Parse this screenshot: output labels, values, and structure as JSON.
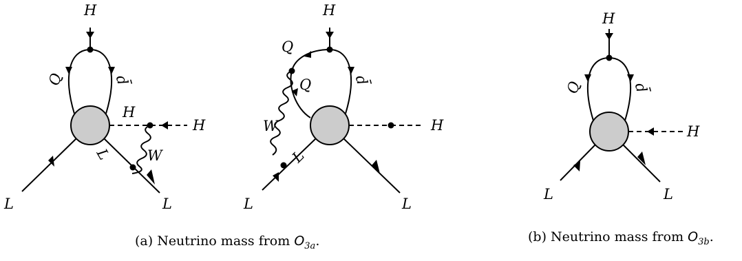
{
  "figure": {
    "a": {
      "diagram1": {
        "labels": {
          "h_top": "H",
          "q": "Q",
          "dbar": "d̄",
          "h_internal": "H",
          "h_external": "H",
          "l_internal": "L",
          "w": "W",
          "l_left": "L",
          "l_right": "L"
        }
      },
      "diagram2": {
        "labels": {
          "h_top": "H",
          "q_outer": "Q",
          "q_inner": "Q",
          "dbar": "d̄",
          "w": "W",
          "l_internal": "L",
          "h_right": "H",
          "l_left": "L",
          "l_right": "L"
        }
      },
      "caption": {
        "prefix": "(a) Neutrino mass from ",
        "op": "O",
        "sub": "3a",
        "suffix": "."
      }
    },
    "b": {
      "diagram": {
        "labels": {
          "h_top": "H",
          "q": "Q",
          "dbar": "d̄",
          "h_right": "H",
          "l_left": "L",
          "l_right": "L"
        }
      },
      "caption": {
        "prefix": "(b) Neutrino mass from ",
        "op": "O",
        "sub": "3b",
        "suffix": "."
      }
    }
  }
}
